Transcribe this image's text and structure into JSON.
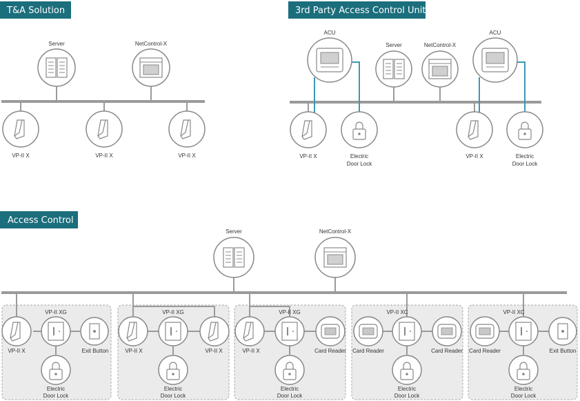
{
  "headers": {
    "ta": "T&A Solution",
    "third": "3rd Party Access Control Unit",
    "ac": "Access Control"
  },
  "labels": {
    "server": "Server",
    "netcontrol": "NetControl-X",
    "acu": "ACU",
    "vp2x": "VP-II X",
    "vp2xg": "VP-II XG",
    "vp2xc": "VP-II XC",
    "electric": "Electric",
    "door_lock": "Door Lock",
    "exit_button": "Exit Button",
    "card_reader": "Card Reader"
  },
  "colors": {
    "header_bg": "#1b6e7c",
    "line": "#9a9a9a",
    "acu_link": "#3a97b6",
    "group_bg": "#ebebeb"
  }
}
